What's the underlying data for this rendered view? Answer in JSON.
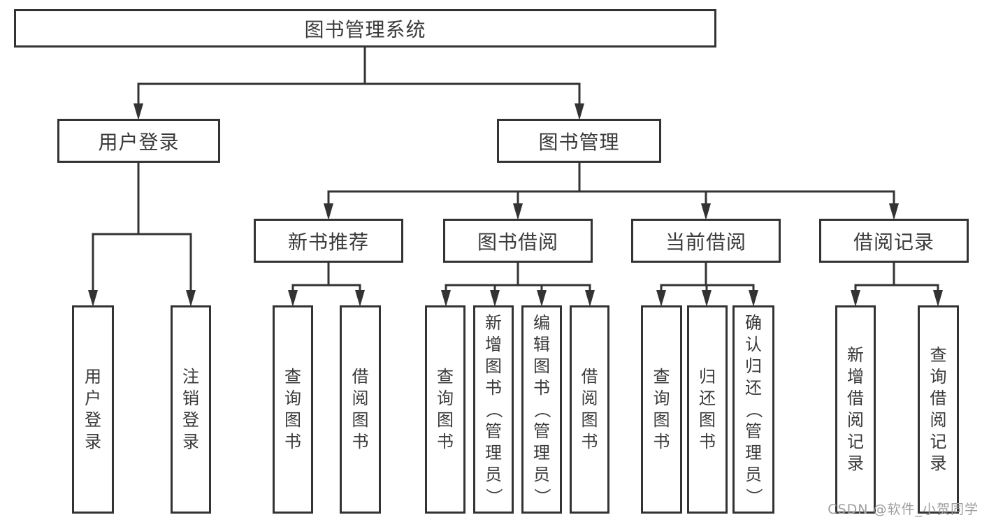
{
  "diagram": {
    "watermark": "CSDN @软件_小贺同学",
    "colors": {
      "line": "#333333",
      "text": "#3a3a3a",
      "background": "#ffffff",
      "watermark": "#9e9e9e"
    },
    "tree": {
      "label": "图书管理系统",
      "children": [
        {
          "label": "用户登录",
          "children": [
            {
              "label": "用户登录"
            },
            {
              "label": "注销登录"
            }
          ]
        },
        {
          "label": "图书管理",
          "children": [
            {
              "label": "新书推荐",
              "children": [
                {
                  "label": "查询图书"
                },
                {
                  "label": "借阅图书"
                }
              ]
            },
            {
              "label": "图书借阅",
              "children": [
                {
                  "label": "查询图书"
                },
                {
                  "label": "新增图书（管理员）"
                },
                {
                  "label": "编辑图书（管理员）"
                },
                {
                  "label": "借阅图书"
                }
              ]
            },
            {
              "label": "当前借阅",
              "children": [
                {
                  "label": "查询图书"
                },
                {
                  "label": "归还图书"
                },
                {
                  "label": "确认归还（管理员）"
                }
              ]
            },
            {
              "label": "借阅记录",
              "children": [
                {
                  "label": "新增借阅记录"
                },
                {
                  "label": "查询借阅记录"
                }
              ]
            }
          ]
        }
      ]
    }
  }
}
